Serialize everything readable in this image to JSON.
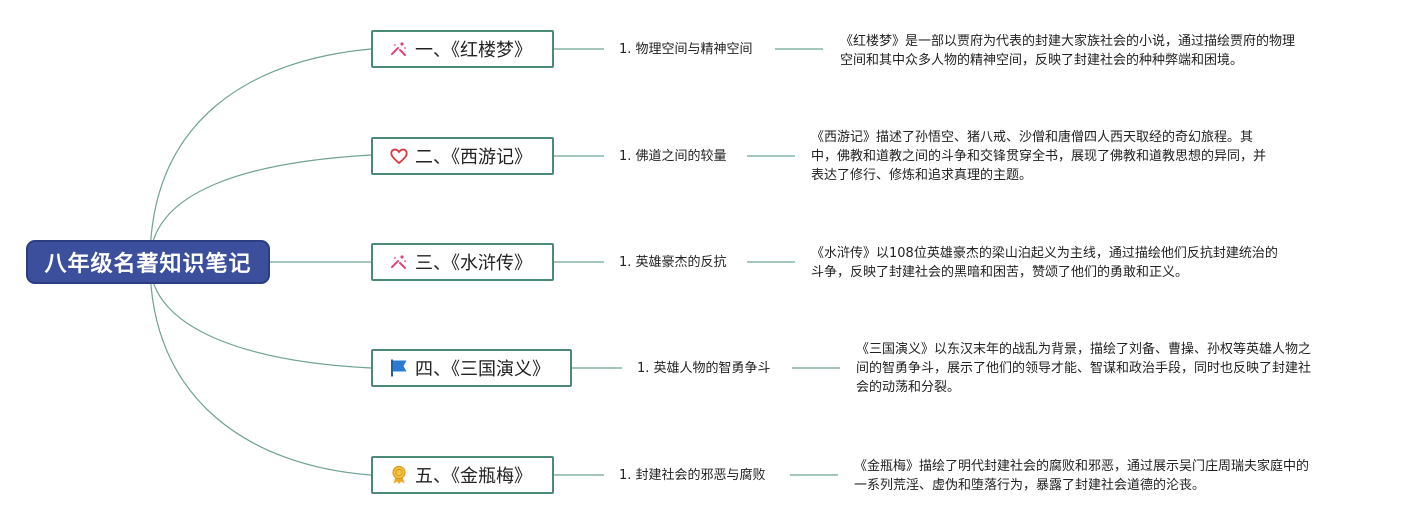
{
  "root": {
    "title": "八年级名著知识笔记"
  },
  "branches": [
    {
      "icon": "sparkle-icon",
      "title": "一、《红楼梦》",
      "subtopic": "1. 物理空间与精神空间",
      "description": [
        "《红楼梦》是一部以贾府为代表的封建大家族社会的小说，通过描绘贾府的物理",
        "空间和其中众多人物的精神空间，反映了封建社会的种种弊端和困境。"
      ]
    },
    {
      "icon": "heart-icon",
      "title": "二、《西游记》",
      "subtopic": "1. 佛道之间的较量",
      "description": [
        "《西游记》描述了孙悟空、猪八戒、沙僧和唐僧四人西天取经的奇幻旅程。其",
        "中，佛教和道教之间的斗争和交锋贯穿全书，展现了佛教和道教思想的异同，并",
        "表达了修行、修炼和追求真理的主题。"
      ]
    },
    {
      "icon": "sparkle-icon",
      "title": "三、《水浒传》",
      "subtopic": "1. 英雄豪杰的反抗",
      "description": [
        "《水浒传》以108位英雄豪杰的梁山泊起义为主线，通过描绘他们反抗封建统治的",
        "斗争，反映了封建社会的黑暗和困苦，赞颂了他们的勇敢和正义。"
      ]
    },
    {
      "icon": "flag-icon",
      "title": "四、《三国演义》",
      "subtopic": "1. 英雄人物的智勇争斗",
      "description": [
        "《三国演义》以东汉末年的战乱为背景，描绘了刘备、曹操、孙权等英雄人物之",
        "间的智勇争斗，展示了他们的领导才能、智谋和政治手段，同时也反映了封建社",
        "会的动荡和分裂。"
      ]
    },
    {
      "icon": "award-ribbon-icon",
      "title": "五、《金瓶梅》",
      "subtopic": "1. 封建社会的邪恶与腐败",
      "description": [
        "《金瓶梅》描绘了明代封建社会的腐败和邪恶，通过展示吴门庄周瑞夫家庭中的",
        "一系列荒淫、虚伪和堕落行为，暴露了封建社会道德的沦丧。"
      ]
    }
  ],
  "colors": {
    "root_fill": "#3b4f9c",
    "connector": "#5c9a87",
    "topic_border": "#4a8a76"
  }
}
